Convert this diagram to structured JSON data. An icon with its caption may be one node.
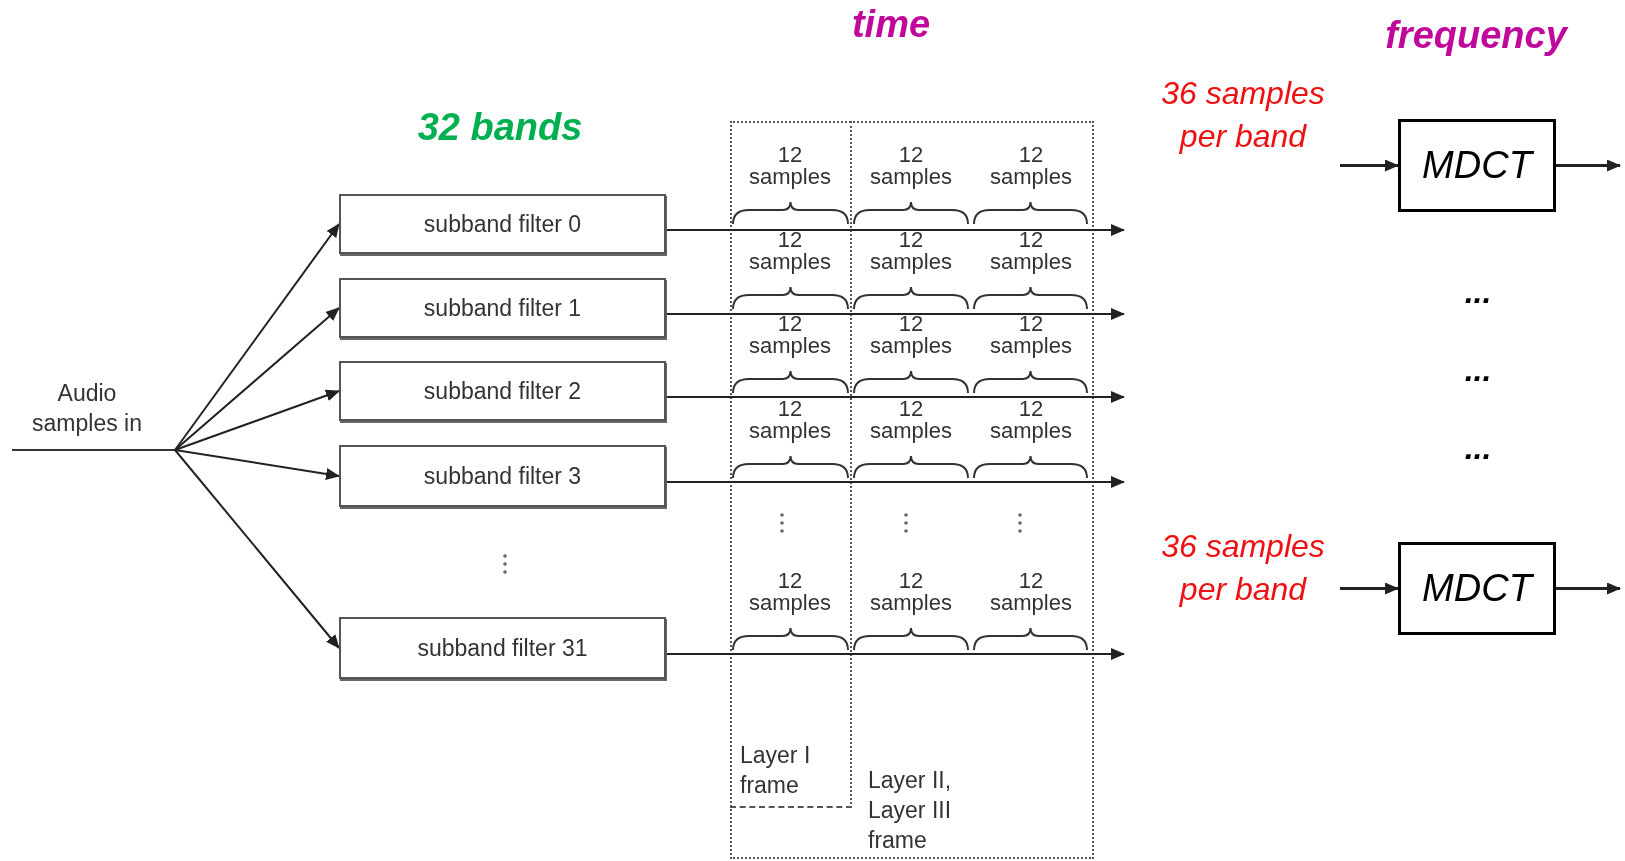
{
  "diagram": {
    "nodes": [
      {
        "text": [
          "Audio samples in"
        ]
      },
      {
        "text": [
          "subband filter 0"
        ]
      },
      {
        "text": [
          "subband filter 1"
        ]
      },
      {
        "text": [
          "subband filter 2"
        ]
      },
      {
        "text": [
          "subband filter 3"
        ]
      },
      {
        "text": [
          "subband filter 31"
        ]
      },
      {
        "text": [
          "MDCT"
        ],
        "beside": [
          "36 samples per band"
        ]
      },
      {
        "text": [
          "MDCT"
        ],
        "beside": [
          "36 samples per band"
        ]
      }
    ],
    "edges": [
      {
        "from": 0,
        "to": 1,
        "arrow": "to"
      },
      {
        "from": 0,
        "to": 2,
        "arrow": "to"
      },
      {
        "from": 0,
        "to": 3,
        "arrow": "to"
      },
      {
        "from": 0,
        "to": 4,
        "arrow": "to"
      },
      {
        "from": 0,
        "to": 5,
        "arrow": "to"
      },
      {
        "from": 1,
        "to": null,
        "arrow": "to"
      },
      {
        "from": 2,
        "to": null,
        "arrow": "to"
      },
      {
        "from": 3,
        "to": null,
        "arrow": "to"
      },
      {
        "from": 4,
        "to": null,
        "arrow": "to"
      },
      {
        "from": 5,
        "to": null,
        "arrow": "to"
      },
      {
        "from": null,
        "to": 6,
        "arrow": "to"
      },
      {
        "from": 6,
        "to": null,
        "arrow": "to"
      },
      {
        "from": null,
        "to": 7,
        "arrow": "to"
      },
      {
        "from": 7,
        "to": null,
        "arrow": "to"
      }
    ],
    "labels": [
      "time",
      "frequency",
      "32 bands",
      "12 samples",
      "12 samples",
      "12 samples",
      "12 samples",
      "12 samples",
      "12 samples",
      "12 samples",
      "12 samples",
      "12 samples",
      "12 samples",
      "12 samples",
      "12 samples",
      "12 samples",
      "12 samples",
      "12 samples",
      "...",
      "...",
      "...",
      "Layer I frame",
      "Layer II, Layer III frame"
    ]
  }
}
